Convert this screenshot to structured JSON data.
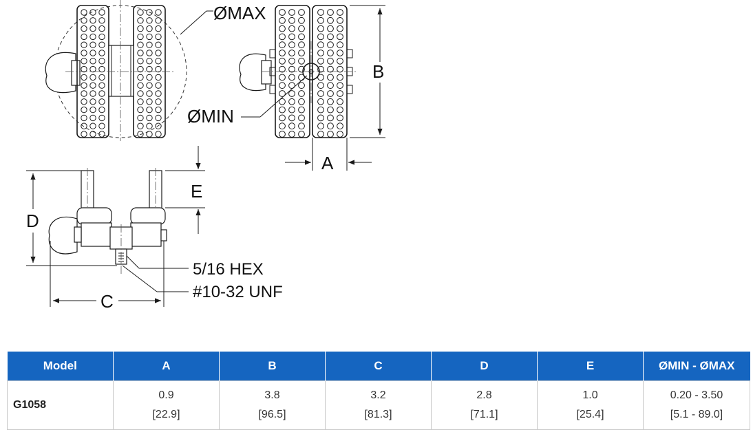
{
  "drawing": {
    "labels": {
      "omax": "ØMAX",
      "omin": "ØMIN",
      "a": "A",
      "b": "B",
      "c": "C",
      "d": "D",
      "e": "E",
      "hex": "5/16 HEX",
      "thread": "#10-32 UNF"
    }
  },
  "table": {
    "headers": [
      "Model",
      "A",
      "B",
      "C",
      "D",
      "E",
      "ØMIN - ØMAX"
    ],
    "rows": [
      {
        "model": "G1058",
        "a": [
          "0.9",
          "[22.9]"
        ],
        "b": [
          "3.8",
          "[96.5]"
        ],
        "c": [
          "3.2",
          "[81.3]"
        ],
        "d": [
          "2.8",
          "[71.1]"
        ],
        "e": [
          "1.0",
          "[25.4]"
        ],
        "range": [
          "0.20 - 3.50",
          "[5.1 - 89.0]"
        ]
      }
    ]
  }
}
